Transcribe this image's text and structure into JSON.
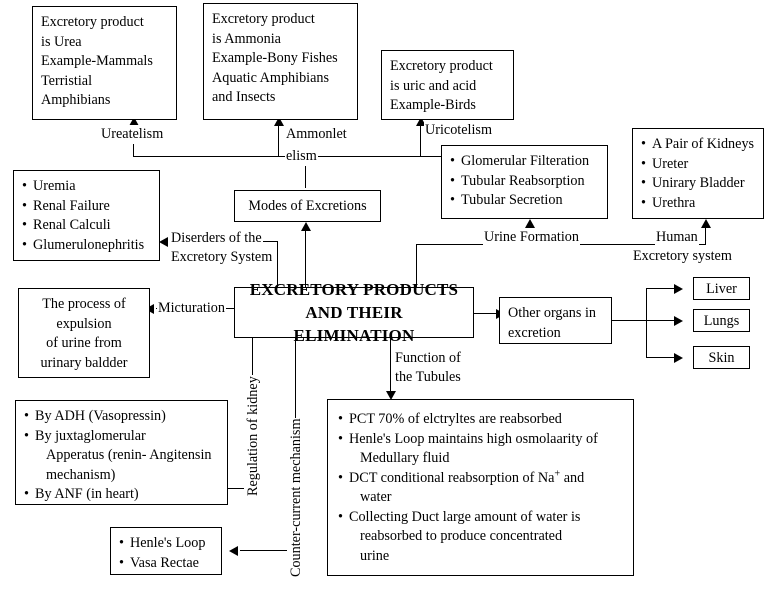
{
  "diagram": {
    "title": "EXCRETORY PRODUCTS AND THEIR ELIMINATION",
    "title_line1": "EXCRETORY PRODUCTS",
    "title_line2": "AND THEIR ELIMINATION"
  },
  "boxes": {
    "ureotelic": {
      "lines": [
        "Excretory product",
        "is Urea",
        "Example-Mammals",
        "Terristial",
        "Amphibians"
      ]
    },
    "ammonotelic": {
      "lines": [
        "Excretory product",
        "is Ammonia",
        "Example-Bony Fishes",
        "Aquatic Amphibians",
        "and Insects"
      ]
    },
    "uricotelic": {
      "lines": [
        "Excretory product",
        "is uric and acid",
        "Example-Birds"
      ]
    },
    "modes_of_excretions": {
      "label": "Modes of Excretions"
    },
    "urine_formation_steps": {
      "items": [
        "Glomerular Filteration",
        "Tubular Reabsorption",
        "Tubular Secretion"
      ]
    },
    "human_excretory_organs": {
      "items": [
        "A Pair of Kidneys",
        "Ureter",
        "Unirary Bladder",
        "Urethra"
      ]
    },
    "disorders": {
      "items": [
        "Uremia",
        "Renal Failure",
        "Renal Calculi",
        "Glumerulonephritis"
      ]
    },
    "micturation_def": {
      "lines": [
        "The process of",
        "expulsion",
        "of urine from",
        "urinary baldder"
      ]
    },
    "regulation_of_kidney": {
      "items": [
        {
          "text": "By ADH (Vasopressin)",
          "sub": []
        },
        {
          "text": "By juxtaglomerular",
          "sub": [
            "Apperatus (renin- Angitensin",
            "mechanism)"
          ]
        },
        {
          "text": "By ANF (in heart)",
          "sub": []
        }
      ]
    },
    "counter_current": {
      "items": [
        "Henle's Loop",
        "Vasa Rectae"
      ]
    },
    "function_of_tubules": {
      "items": [
        {
          "text": "PCT 70% of elctryltes are reabsorbed",
          "sub": []
        },
        {
          "text": "Henle's Loop maintains high osmolaarity of",
          "sub": [
            "Medullary fluid"
          ]
        },
        {
          "text_html": "DCT conditional reabsorption of Na<sup>+</sup> and",
          "sub": [
            "water"
          ]
        },
        {
          "text": "Collecting Duct large amount of water is",
          "sub": [
            "reabsorbed to produce concentrated",
            "urine"
          ]
        }
      ]
    },
    "other_organs": {
      "lines": [
        "Other organs in",
        "excretion"
      ]
    },
    "liver": {
      "label": "Liver"
    },
    "lungs": {
      "label": "Lungs"
    },
    "skin": {
      "label": "Skin"
    }
  },
  "edge_labels": {
    "ureotelism": "Ureatelism",
    "ammonotelism_line1": "Ammonlet",
    "ammonotelism_line2": "elism",
    "uricotelism": "Uricotelism",
    "urine_formation": "Urine Formation",
    "human": "Human",
    "excretory_system": "Excretory system",
    "disorders_line1": "Diserders of the",
    "disorders_line2": "Excretory System",
    "micturation": "Micturation",
    "regulation_of_kidney": "Regulation of kidney",
    "counter_current_mechanism": "Counter-current mechanism",
    "function_of_tubules_line1": "Function of",
    "function_of_tubules_line2": "the Tubules"
  },
  "colors": {
    "stroke": "#000000",
    "background": "#ffffff",
    "text": "#000000"
  }
}
